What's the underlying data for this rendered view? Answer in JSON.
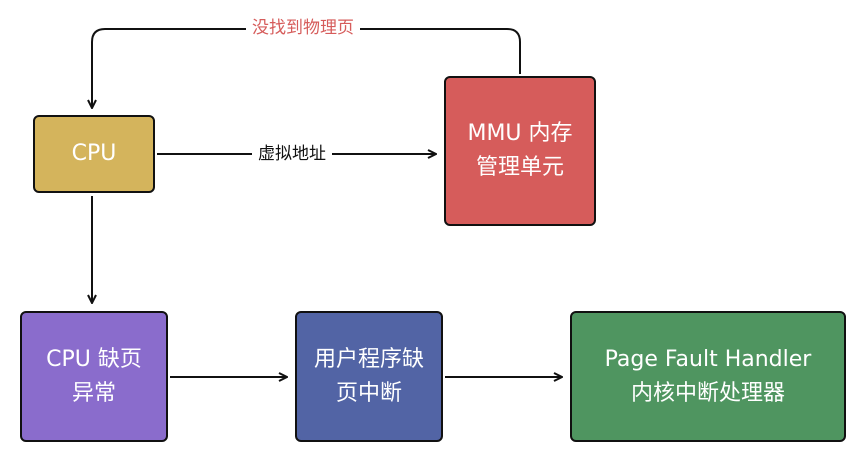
{
  "nodes": {
    "cpu": {
      "line1": "CPU"
    },
    "mmu": {
      "line1": "MMU 内存",
      "line2": "管理单元"
    },
    "cpu_fault": {
      "line1": "CPU 缺页",
      "line2": "异常"
    },
    "page_fault_interrupt": {
      "line1": "用户程序缺",
      "line2": "页中断"
    },
    "handler": {
      "line1": "Page Fault Handler",
      "line2": "内核中断处理器"
    }
  },
  "edges": {
    "cpu_to_mmu": "虚拟地址",
    "mmu_to_cpu": "没找到物理页"
  },
  "colors": {
    "cpu": "#d4b45c",
    "mmu": "#d65c5b",
    "cpu_fault": "#8a6ccc",
    "page_fault_interrupt": "#5264a5",
    "handler": "#4f9560",
    "return_label": "#d65c5b"
  }
}
